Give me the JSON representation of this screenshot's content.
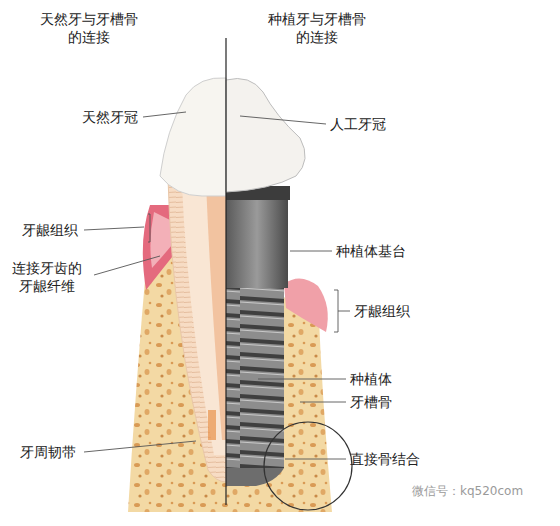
{
  "diagram": {
    "labels": [
      "天然牙与牙槽骨的连接",
      "种植牙与牙槽骨的连接",
      "天然牙冠",
      "人工牙冠",
      "牙龈组织",
      "连接牙齿的牙龈纤维",
      "种植体基台",
      "牙龈组织",
      "种植体",
      "牙槽骨",
      "牙周韧带",
      "直接骨结合",
      "微信号：kq520com"
    ]
  }
}
